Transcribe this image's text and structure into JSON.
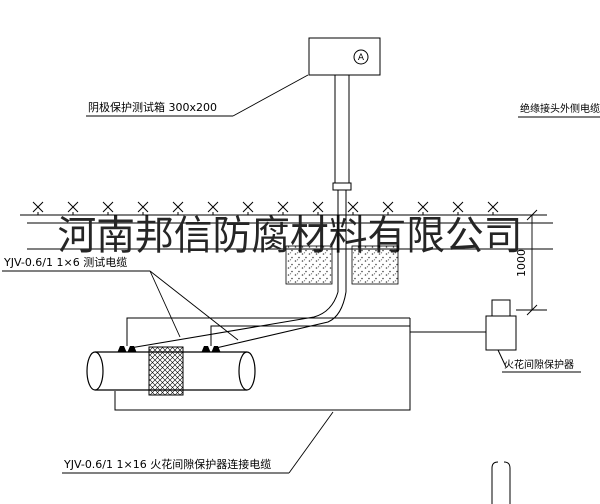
{
  "watermark": {
    "text": "河南邦信防腐材料有限公司"
  },
  "annotations": {
    "test_box_label": "阴极保护测试箱 300x200",
    "insulation_joint_cable_label": "绝缘接头外侧电缆",
    "test_cable_label": "YJV-0.6/1 1×6  测试电缆",
    "protector_cable_label": "YJV-0.6/1 1×16  火花间隙保护器连接电缆",
    "spark_gap_protector_label": "火花间隙保护器",
    "meter_symbol": "A",
    "dimension_1000": "1000"
  },
  "colors": {
    "line": "#000000",
    "background": "#ffffff",
    "watermark": "#111111"
  }
}
